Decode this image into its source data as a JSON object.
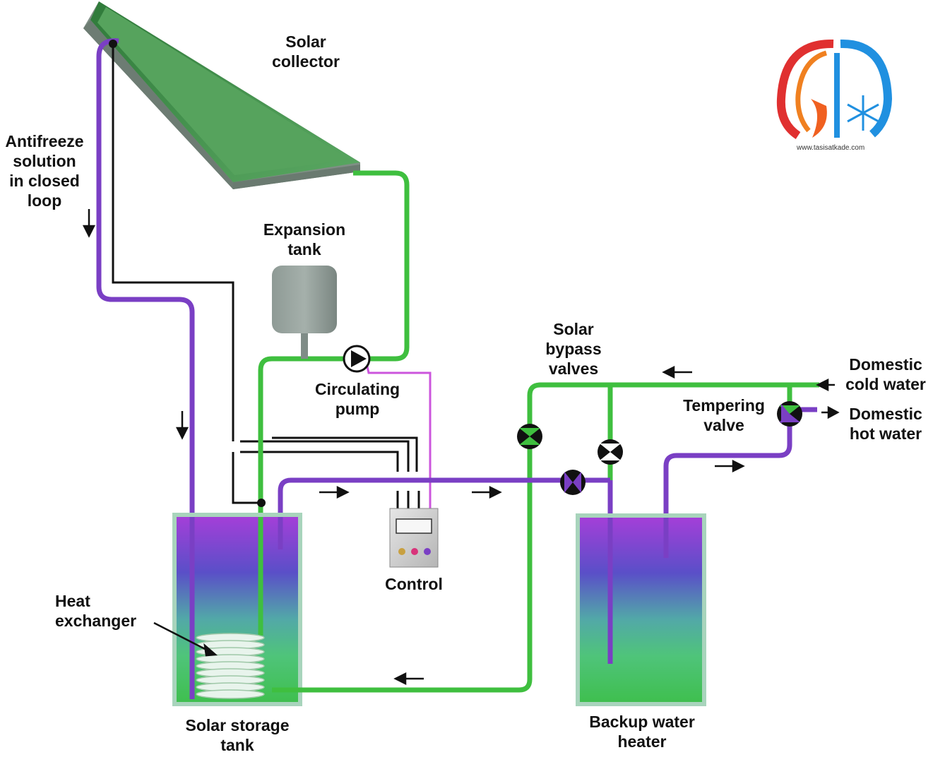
{
  "labels": {
    "solar_collector": [
      "Solar",
      "collector"
    ],
    "antifreeze": [
      "Antifreeze",
      "solution",
      "in closed",
      "loop"
    ],
    "expansion_tank": [
      "Expansion",
      "tank"
    ],
    "circulating_pump": [
      "Circulating",
      "pump"
    ],
    "solar_bypass_valves": [
      "Solar",
      "bypass",
      "valves"
    ],
    "domestic_cold_water": [
      "Domestic",
      "cold water"
    ],
    "tempering_valve": [
      "Tempering",
      "valve"
    ],
    "domestic_hot_water": [
      "Domestic",
      "hot water"
    ],
    "heat_exchanger": [
      "Heat",
      "exchanger"
    ],
    "control": [
      "Control"
    ],
    "solar_storage_tank": [
      "Solar storage",
      "tank"
    ],
    "backup_water_heater": [
      "Backup water",
      "heater"
    ]
  },
  "logo": {
    "url": "www.tasisatkade.com"
  },
  "colors": {
    "antifreeze_pipe": "#7a3fc4",
    "water_pipe": "#3fbf3f",
    "control_wire": "#111111",
    "pump_wire": "#cc55dd",
    "collector": "#4f9a52",
    "expansion_tank": "#7f8c87"
  }
}
